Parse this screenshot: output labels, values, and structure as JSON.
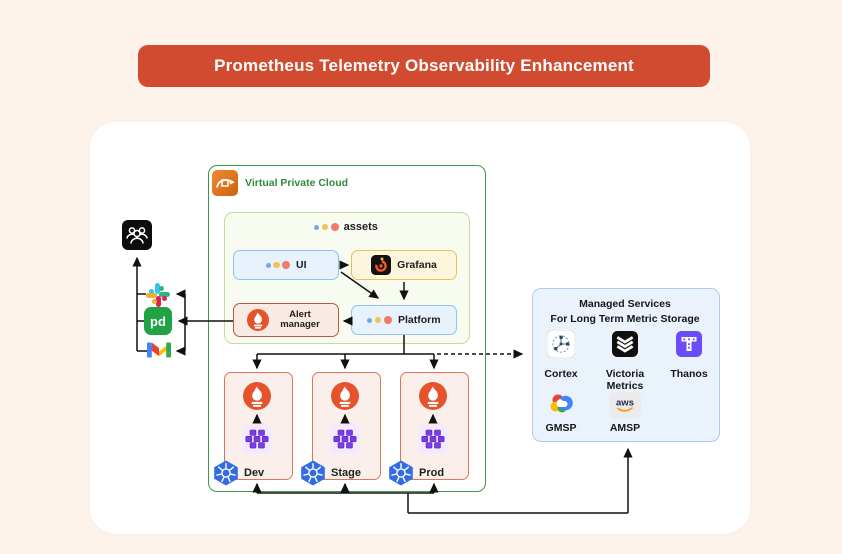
{
  "title": {
    "text": "Prometheus Telemetry Observability Enhancement"
  },
  "vpc": {
    "label": "Virtual Private Cloud"
  },
  "assets": {
    "label": "assets"
  },
  "nodes": {
    "ui": {
      "label": "UI"
    },
    "grafana": {
      "label": "Grafana"
    },
    "alert_manager": {
      "label": "Alert manager"
    },
    "platform": {
      "label": "Platform"
    }
  },
  "environments": [
    {
      "label": "Dev"
    },
    {
      "label": "Stage"
    },
    {
      "label": "Prod"
    }
  ],
  "notification_channels": [
    {
      "name": "users-group"
    },
    {
      "name": "slack"
    },
    {
      "name": "pagerduty",
      "label": "pd"
    },
    {
      "name": "gmail"
    }
  ],
  "managed_services": {
    "title_line1": "Managed Services",
    "title_line2": "For Long Term Metric Storage",
    "services": [
      {
        "label": "Cortex"
      },
      {
        "label": "Victoria Metrics"
      },
      {
        "label": "Thanos"
      },
      {
        "label": "GMSP"
      },
      {
        "label": "AMSP"
      }
    ],
    "aws_logo_text": "aws"
  },
  "colors": {
    "banner": "#D14B30",
    "page_bg": "#FDF3EB",
    "vpc_border": "#3D9A43",
    "blue_node_border": "#92C1EE",
    "yellow_node_border": "#E3C64F",
    "red_node_border": "#BE5740",
    "env_border": "#D9765B",
    "managed_fill": "#EAF2FC",
    "prometheus_red": "#E6522C",
    "kubernetes_blue": "#326CE5",
    "pagerduty_green": "#21A243",
    "thanos_purple": "#6B4DF5"
  }
}
